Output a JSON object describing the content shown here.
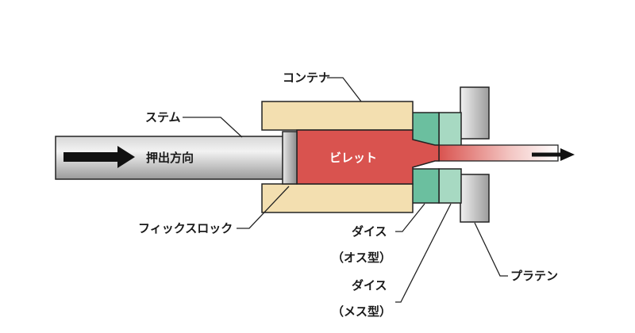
{
  "labels": {
    "container": "コンテナ",
    "stem": "ステム",
    "direction": "押出方向",
    "billet": "ビレット",
    "fix_lock": "フィックスロック",
    "die_male_1": "ダイス",
    "die_male_2": "（オス型）",
    "die_female_1": "ダイス",
    "die_female_2": "（メス型）",
    "platen": "プラテン"
  },
  "colors": {
    "container": "#f3dfb0",
    "billet": "#d9534f",
    "die_male": "#6bbf9f",
    "die_female": "#a7d9c2",
    "stem": "#c4c4c4",
    "platen": "#bdbdbd",
    "arrow": "#111111"
  }
}
